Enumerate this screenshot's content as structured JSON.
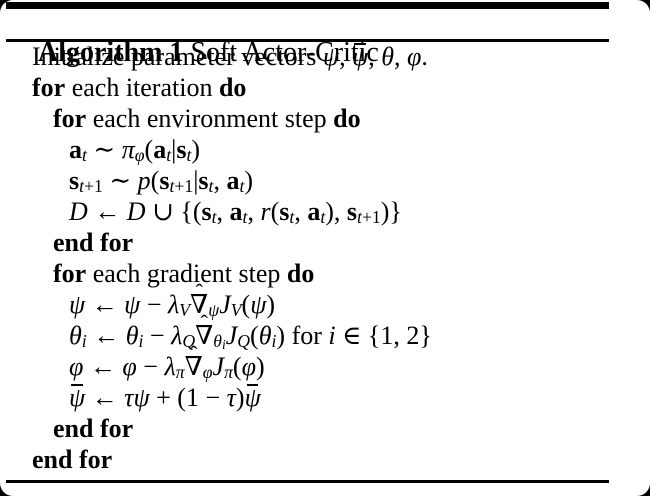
{
  "colors": {
    "background": "#000000",
    "card": "#ffffff",
    "ink": "#000000"
  },
  "header": {
    "number": "Algorithm 1",
    "title": " Soft Actor-Critic"
  },
  "algorithm": {
    "lines": [
      {
        "indent": 0,
        "segments": [
          {
            "t": "Initialize parameter vectors "
          },
          {
            "t": "ψ",
            "i": 1
          },
          {
            "t": ", "
          },
          {
            "t": "ψ",
            "i": 1,
            "acc": "bar"
          },
          {
            "t": ", "
          },
          {
            "t": "θ",
            "i": 1
          },
          {
            "t": ", "
          },
          {
            "t": "φ",
            "i": 1
          },
          {
            "t": "."
          }
        ]
      },
      {
        "indent": 0,
        "segments": [
          {
            "t": "for",
            "b": 1
          },
          {
            "t": " each iteration "
          },
          {
            "t": "do",
            "b": 1
          }
        ]
      },
      {
        "indent": 1,
        "segments": [
          {
            "t": "for",
            "b": 1
          },
          {
            "t": " each environment step "
          },
          {
            "t": "do",
            "b": 1
          }
        ]
      },
      {
        "indent": 2,
        "segments": [
          {
            "t": "a",
            "b": 1
          },
          {
            "t": "t",
            "i": 1,
            "sub": 1
          },
          {
            "t": " ∼ "
          },
          {
            "t": "π",
            "i": 1
          },
          {
            "t": "φ",
            "i": 1,
            "sub": 1
          },
          {
            "t": "("
          },
          {
            "t": "a",
            "b": 1
          },
          {
            "t": "t",
            "i": 1,
            "sub": 1
          },
          {
            "t": "|"
          },
          {
            "t": "s",
            "b": 1
          },
          {
            "t": "t",
            "i": 1,
            "sub": 1
          },
          {
            "t": ")"
          }
        ]
      },
      {
        "indent": 2,
        "segments": [
          {
            "t": "s",
            "b": 1
          },
          {
            "t": "t",
            "i": 1,
            "sub": 1
          },
          {
            "t": "+1",
            "sub": 1
          },
          {
            "t": " ∼ "
          },
          {
            "t": "p",
            "i": 1
          },
          {
            "t": "("
          },
          {
            "t": "s",
            "b": 1
          },
          {
            "t": "t",
            "i": 1,
            "sub": 1
          },
          {
            "t": "+1",
            "sub": 1
          },
          {
            "t": "|"
          },
          {
            "t": "s",
            "b": 1
          },
          {
            "t": "t",
            "i": 1,
            "sub": 1
          },
          {
            "t": ", "
          },
          {
            "t": "a",
            "b": 1
          },
          {
            "t": "t",
            "i": 1,
            "sub": 1
          },
          {
            "t": ")"
          }
        ]
      },
      {
        "indent": 2,
        "segments": [
          {
            "t": "D",
            "i": 1
          },
          {
            "t": " ← "
          },
          {
            "t": "D",
            "i": 1
          },
          {
            "t": " ∪ {("
          },
          {
            "t": "s",
            "b": 1
          },
          {
            "t": "t",
            "i": 1,
            "sub": 1
          },
          {
            "t": ", "
          },
          {
            "t": "a",
            "b": 1
          },
          {
            "t": "t",
            "i": 1,
            "sub": 1
          },
          {
            "t": ", "
          },
          {
            "t": "r",
            "i": 1
          },
          {
            "t": "("
          },
          {
            "t": "s",
            "b": 1
          },
          {
            "t": "t",
            "i": 1,
            "sub": 1
          },
          {
            "t": ", "
          },
          {
            "t": "a",
            "b": 1
          },
          {
            "t": "t",
            "i": 1,
            "sub": 1
          },
          {
            "t": ")"
          },
          {
            "t": ", "
          },
          {
            "t": "s",
            "b": 1
          },
          {
            "t": "t",
            "i": 1,
            "sub": 1
          },
          {
            "t": "+1",
            "sub": 1
          },
          {
            "t": ")}"
          }
        ]
      },
      {
        "indent": 1,
        "segments": [
          {
            "t": "end for",
            "b": 1
          }
        ]
      },
      {
        "indent": 1,
        "segments": [
          {
            "t": "for",
            "b": 1
          },
          {
            "t": " each gradient step "
          },
          {
            "t": "do",
            "b": 1
          }
        ]
      },
      {
        "indent": 2,
        "segments": [
          {
            "t": "ψ",
            "i": 1
          },
          {
            "t": " ← "
          },
          {
            "t": "ψ",
            "i": 1
          },
          {
            "t": " − "
          },
          {
            "t": "λ",
            "i": 1
          },
          {
            "t": "V",
            "i": 1,
            "sub": 1
          },
          {
            "t": "∇",
            "acc": "hat"
          },
          {
            "t": "ψ",
            "i": 1,
            "sub": 1
          },
          {
            "t": "J",
            "i": 1
          },
          {
            "t": "V",
            "i": 1,
            "sub": 1
          },
          {
            "t": "("
          },
          {
            "t": "ψ",
            "i": 1
          },
          {
            "t": ")"
          }
        ]
      },
      {
        "indent": 2,
        "segments": [
          {
            "t": "θ",
            "i": 1
          },
          {
            "t": "i",
            "i": 1,
            "sub": 1
          },
          {
            "t": " ← "
          },
          {
            "t": "θ",
            "i": 1
          },
          {
            "t": "i",
            "i": 1,
            "sub": 1
          },
          {
            "t": " − "
          },
          {
            "t": "λ",
            "i": 1
          },
          {
            "t": "Q",
            "i": 1,
            "sub": 1
          },
          {
            "t": "∇",
            "acc": "hat"
          },
          {
            "t": "θ",
            "i": 1,
            "sub": 1
          },
          {
            "t": "i",
            "i": 1,
            "sub2": 1
          },
          {
            "t": "J",
            "i": 1
          },
          {
            "t": "Q",
            "i": 1,
            "sub": 1
          },
          {
            "t": "("
          },
          {
            "t": "θ",
            "i": 1
          },
          {
            "t": "i",
            "i": 1,
            "sub": 1
          },
          {
            "t": ")"
          },
          {
            "t": " for "
          },
          {
            "t": "i",
            "i": 1
          },
          {
            "t": " ∈ {1, 2}"
          }
        ]
      },
      {
        "indent": 2,
        "segments": [
          {
            "t": "φ",
            "i": 1
          },
          {
            "t": " ← "
          },
          {
            "t": "φ",
            "i": 1
          },
          {
            "t": " − "
          },
          {
            "t": "λ",
            "i": 1
          },
          {
            "t": "π",
            "i": 1,
            "sub": 1
          },
          {
            "t": "∇",
            "acc": "hat"
          },
          {
            "t": "φ",
            "i": 1,
            "sub": 1
          },
          {
            "t": "J",
            "i": 1
          },
          {
            "t": "π",
            "i": 1,
            "sub": 1
          },
          {
            "t": "("
          },
          {
            "t": "φ",
            "i": 1
          },
          {
            "t": ")"
          }
        ]
      },
      {
        "indent": 2,
        "segments": [
          {
            "t": "ψ",
            "i": 1,
            "acc": "bar"
          },
          {
            "t": " ← "
          },
          {
            "t": "τ",
            "i": 1
          },
          {
            "t": "ψ",
            "i": 1
          },
          {
            "t": " + (1 − "
          },
          {
            "t": "τ",
            "i": 1
          },
          {
            "t": ")"
          },
          {
            "t": "ψ",
            "i": 1,
            "acc": "bar"
          }
        ]
      },
      {
        "indent": 1,
        "segments": [
          {
            "t": "end for",
            "b": 1
          }
        ]
      },
      {
        "indent": 0,
        "segments": [
          {
            "t": "end for",
            "b": 1
          }
        ]
      }
    ]
  }
}
